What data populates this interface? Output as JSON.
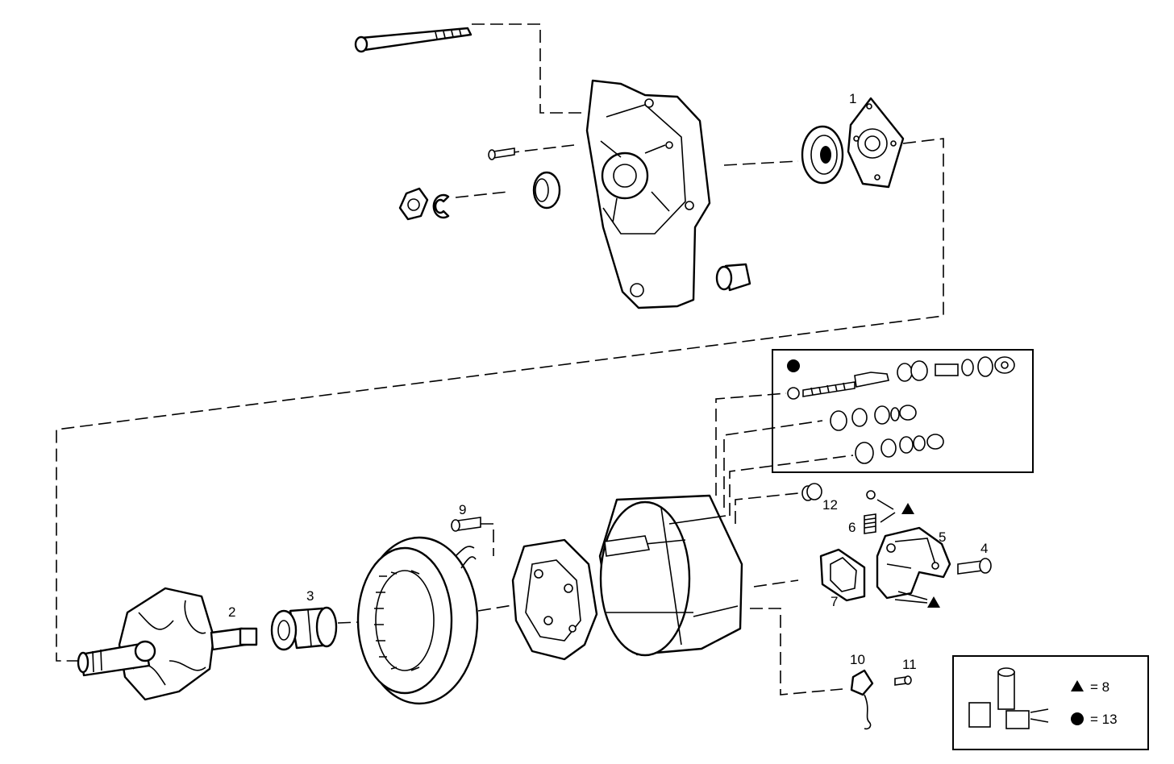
{
  "callouts": {
    "c1": "1",
    "c2": "2",
    "c3": "3",
    "c4": "4",
    "c5": "5",
    "c6": "6",
    "c7": "7",
    "c9": "9",
    "c10": "10",
    "c11": "11",
    "c12": "12"
  },
  "legend": {
    "triangle_value": "= 8",
    "circle_value": "= 13"
  },
  "icons": {
    "triangle": "triangle-marker-icon",
    "circle": "filled-circle-marker-icon"
  },
  "colors": {
    "ink": "#000000",
    "paper": "#ffffff"
  }
}
